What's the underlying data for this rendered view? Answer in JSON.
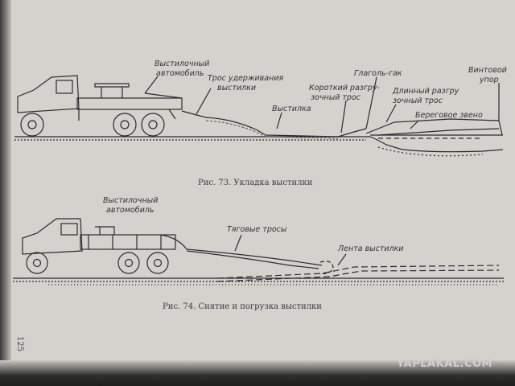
{
  "figure_73": {
    "caption": "Рис. 73. Укладка выстилки",
    "labels": {
      "truck_line1": "Выстилочный",
      "truck_line2": "автомобиль",
      "hold_rope_line1": "Трос удерживания",
      "hold_rope_line2": "выстилки",
      "mat": "Выстилка",
      "short_line1": "Короткий разгру-",
      "short_line2": "зочный трос",
      "hook": "Глаголь-гак",
      "long_line1": "Длинный разгру",
      "long_line2": "зочный трос",
      "shore_link": "Береговое звено",
      "screw_line1": "Винтовой",
      "screw_line2": "упор"
    }
  },
  "figure_74": {
    "caption": "Рис. 74. Снятие и погрузка выстилки",
    "labels": {
      "truck_line1": "Выстилочный",
      "truck_line2": "автомобиль",
      "tow_ropes": "Тяговые тросы",
      "mat_tape": "Лента выстилки"
    }
  },
  "page_number": "125",
  "watermark": "YAPLAKAL.COM"
}
